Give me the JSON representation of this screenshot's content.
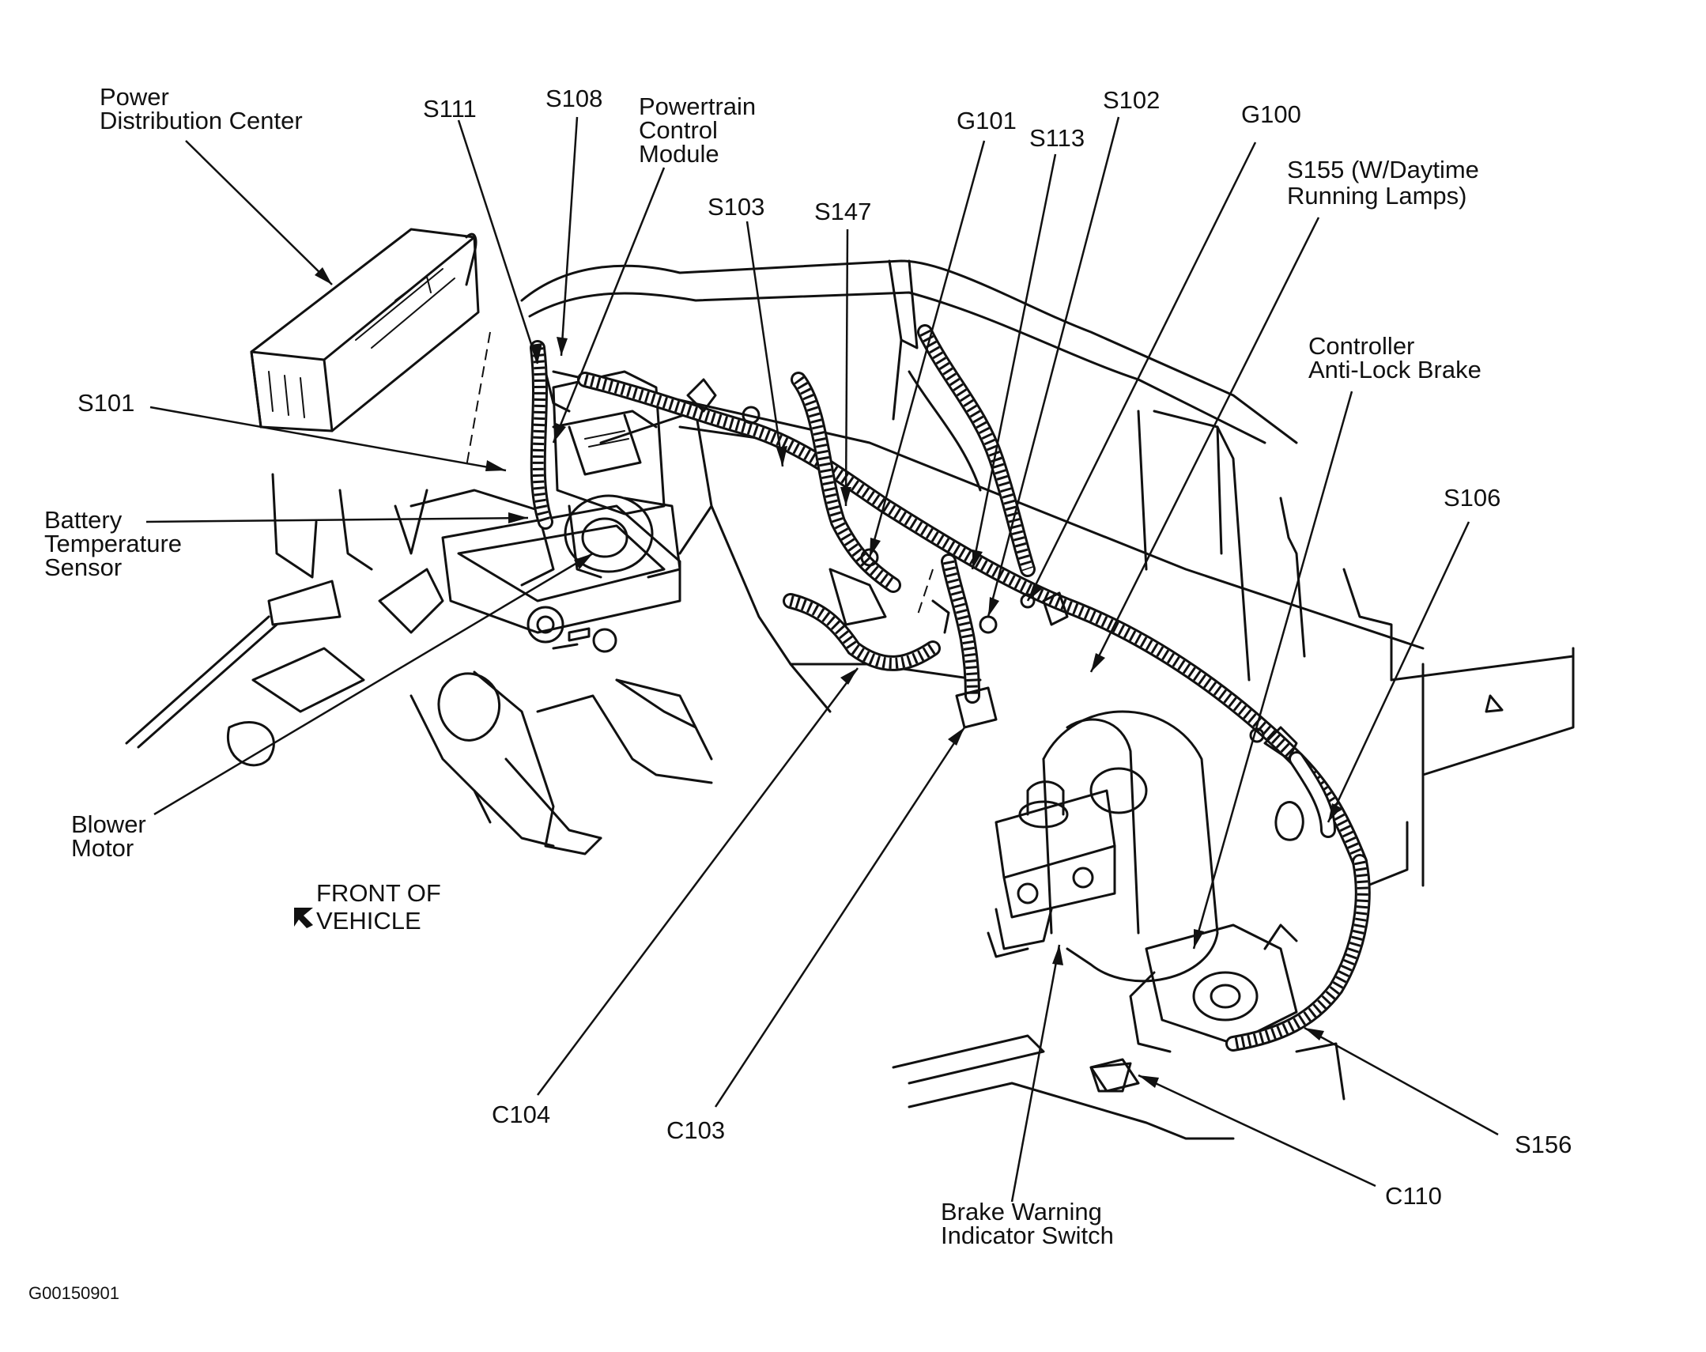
{
  "labels": {
    "pdc": [
      "Power",
      "Distribution Center"
    ],
    "s111": [
      "S111"
    ],
    "s108": [
      "S108"
    ],
    "pcm": [
      "Powertrain",
      "Control",
      "Module"
    ],
    "s103": [
      "S103"
    ],
    "s147": [
      "S147"
    ],
    "g101": [
      "G101"
    ],
    "s113": [
      "S113"
    ],
    "s102": [
      "S102"
    ],
    "g100": [
      "G100"
    ],
    "s155": [
      "S155 (W/Daytime",
      "Running Lamps)"
    ],
    "abs": [
      "Controller",
      "Anti-Lock Brake"
    ],
    "s106": [
      "S106"
    ],
    "s101": [
      "S101"
    ],
    "battery": [
      "Battery",
      "Temperature",
      "Sensor"
    ],
    "blower": [
      "Blower",
      "Motor"
    ],
    "front": [
      "FRONT OF",
      "VEHICLE"
    ],
    "c104": [
      "C104"
    ],
    "c103": [
      "C103"
    ],
    "bwis": [
      "Brake Warning",
      "Indicator Switch"
    ],
    "s156": [
      "S156"
    ],
    "c110": [
      "C110"
    ],
    "figure_id": [
      "G00150901"
    ]
  },
  "icons": {
    "front_arrow": "arrow-icon"
  }
}
